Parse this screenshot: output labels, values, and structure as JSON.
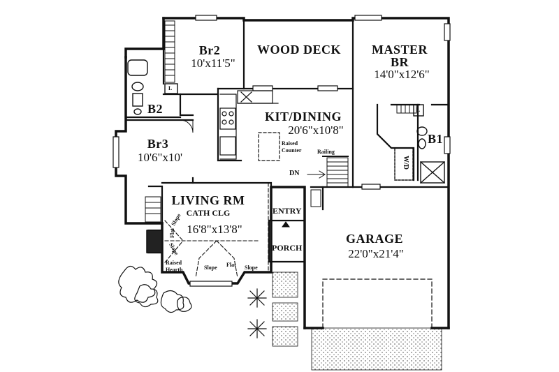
{
  "rooms": {
    "br2": {
      "name": "Br2",
      "dims": "10'x11'5\""
    },
    "wood_deck": {
      "name": "WOOD DECK"
    },
    "master": {
      "name_line1": "MASTER",
      "name_line2": "BR",
      "dims": "14'0\"x12'6\""
    },
    "b2": {
      "name": "B2"
    },
    "kit_dining": {
      "name": "KIT/DINING",
      "dims": "20'6\"x10'8\""
    },
    "b1": {
      "name": "B1"
    },
    "br3": {
      "name": "Br3",
      "dims": "10'6\"x10'"
    },
    "living": {
      "name": "LIVING RM",
      "note": "CATH CLG",
      "dims": "16'8\"x13'8\""
    },
    "garage": {
      "name": "GARAGE",
      "dims": "22'0\"x21'4\""
    },
    "entry": {
      "name": "ENTRY"
    },
    "porch": {
      "name": "PORCH"
    }
  },
  "annotations": {
    "raised_counter_1": "Raised",
    "raised_counter_2": "Counter",
    "railing": "Railing",
    "dn": "DN",
    "wd": "W/D",
    "linen_a": "L",
    "linen_b": "L",
    "raised_hearth_1": "Raised",
    "raised_hearth_2": "Hearth",
    "slope_a": "Slope",
    "slope_b": "Slope",
    "slope_c": "Slope",
    "slope_d": "Slope",
    "flat_a": "Flat",
    "flat_b": "Flat"
  }
}
